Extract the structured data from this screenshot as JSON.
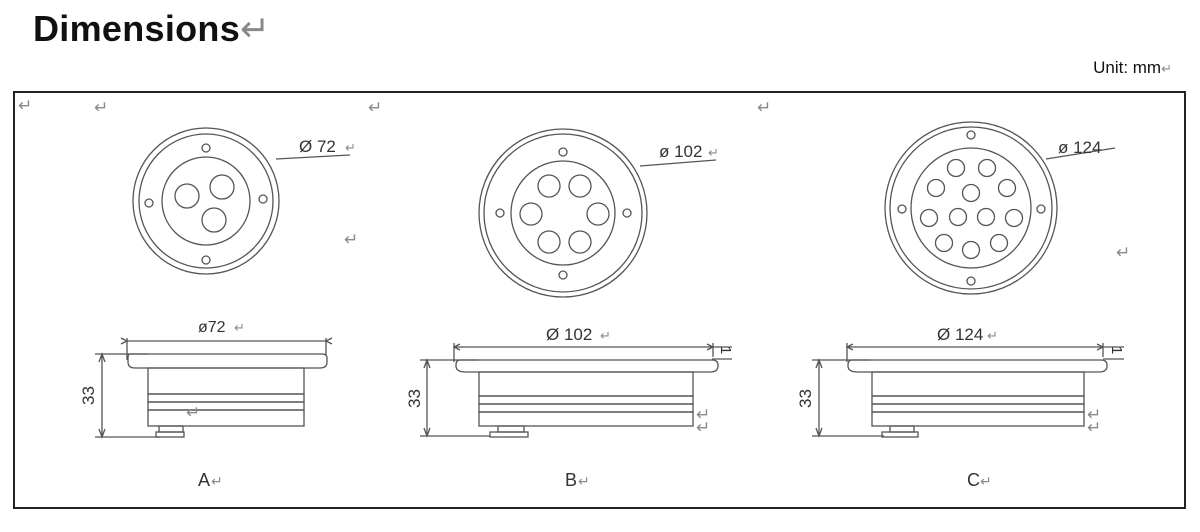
{
  "header": {
    "title": "Dimensions",
    "unit": "Unit: mm",
    "return_mark": "↵"
  },
  "drawings": [
    {
      "id": "A",
      "label": "A",
      "leds": 3,
      "top_diameter": "Ø 72",
      "side_diameter": "ø72",
      "height": "33"
    },
    {
      "id": "B",
      "label": "B",
      "leds": 6,
      "top_diameter": "ø 102",
      "side_diameter": "Ø 102",
      "height": "33",
      "rim": "1"
    },
    {
      "id": "C",
      "label": "C",
      "leds": 12,
      "top_diameter": "ø 124",
      "side_diameter": "Ø 124",
      "height": "33",
      "rim": "1"
    }
  ],
  "colors": {
    "line": "#555555",
    "frame": "#222222",
    "return_mark": "#8a8a8a"
  }
}
